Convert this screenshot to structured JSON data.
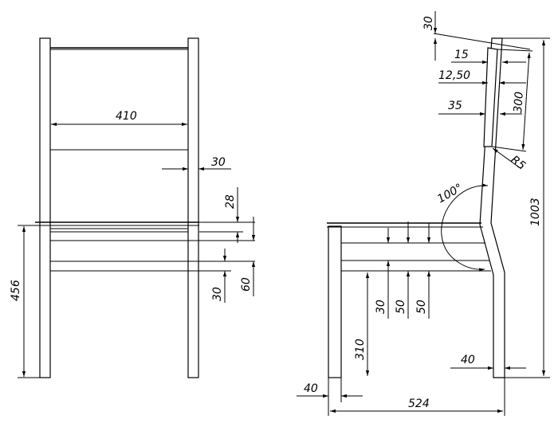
{
  "front_view": {
    "seat_width": "410",
    "leg_thickness": "30",
    "seat_thickness": "28",
    "rail_height": "60",
    "rail_thickness": "30",
    "seat_height": "456"
  },
  "side_view": {
    "top_thickness": "30",
    "back_offset_1": "15",
    "back_offset_2": "12,50",
    "back_offset_3": "35",
    "back_panel_height": "300",
    "radius": "R5",
    "angle": "100°",
    "total_height": "1003",
    "rail_spacing_1": "30",
    "rail_spacing_2": "50",
    "rail_spacing_3": "50",
    "leg_height": "310",
    "back_leg_width": "40",
    "front_leg_width": "40",
    "depth": "524"
  }
}
